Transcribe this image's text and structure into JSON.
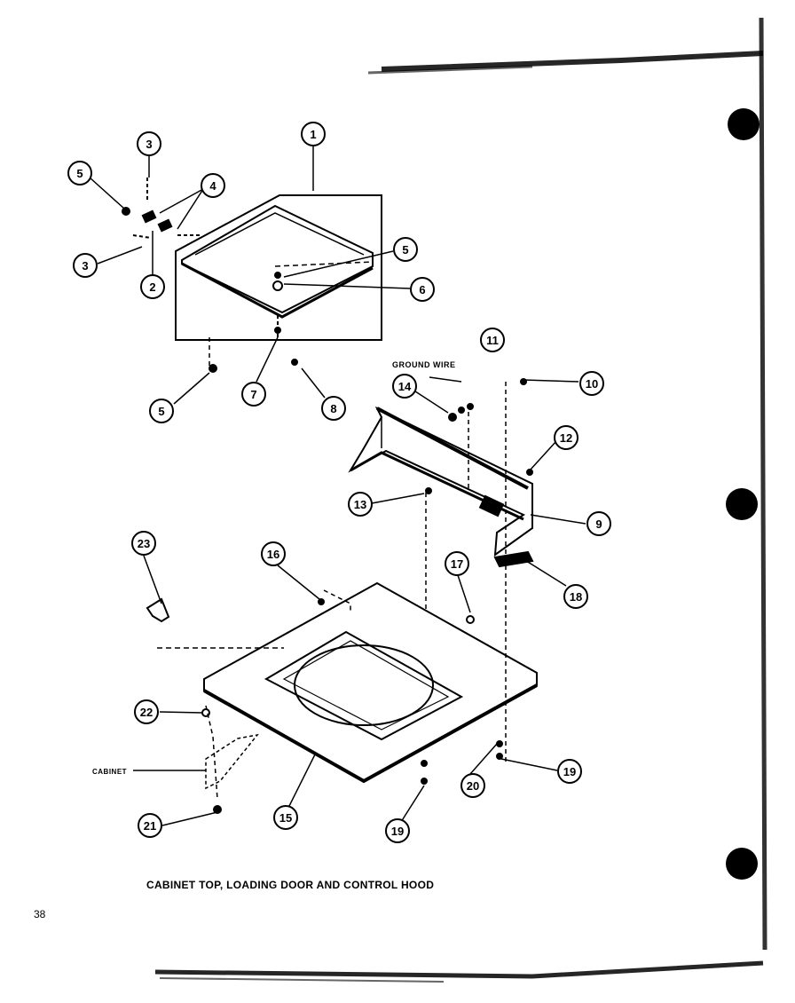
{
  "diagram": {
    "caption": "CABINET TOP, LOADING DOOR AND CONTROL HOOD",
    "page_number": "38",
    "labels": {
      "ground_wire": "GROUND WIRE",
      "cabinet": "CABINET"
    },
    "callouts": [
      "1",
      "2",
      "3",
      "3",
      "4",
      "5",
      "5",
      "5",
      "6",
      "7",
      "8",
      "9",
      "10",
      "11",
      "12",
      "13",
      "14",
      "15",
      "16",
      "17",
      "18",
      "19",
      "19",
      "20",
      "21",
      "22",
      "23"
    ]
  }
}
